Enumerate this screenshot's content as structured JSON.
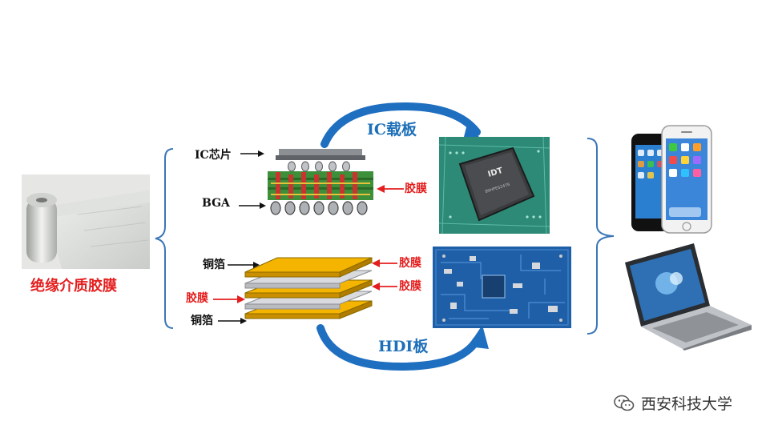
{
  "film_caption": "绝缘介质胶膜",
  "top_path": {
    "title": "IC载板",
    "labels": {
      "ic_chip": "IC芯片",
      "bga": "BGA",
      "film": "胶膜"
    }
  },
  "bottom_path": {
    "title": "HDI板",
    "labels": {
      "copper_top": "铜箔",
      "film_left": "胶膜",
      "copper_bottom": "铜箔",
      "film_right_1": "胶膜",
      "film_right_2": "胶膜"
    }
  },
  "watermark": "西安科技大学",
  "icons": [
    "film-roll-photo",
    "ic-substrate-chip-photo",
    "hdi-board-photo",
    "smartphones-photo",
    "laptop-photo",
    "wechat-icon"
  ],
  "colors": {
    "red_label": "#e41e1e",
    "blue_title": "#1c6fb8",
    "copper": "#f5b400",
    "film_layer": "#d8dadf",
    "pcb_green": "#2f9a5e",
    "pcb_blue": "#1e5fa8"
  }
}
